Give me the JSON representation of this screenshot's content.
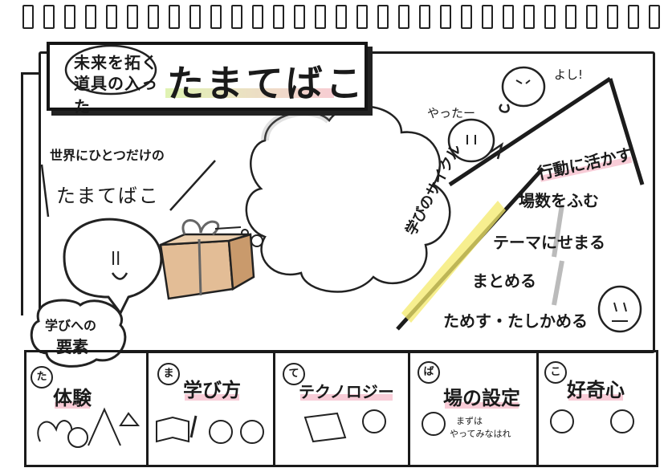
{
  "title": {
    "sub_line1": "未来を拓く",
    "sub_line2": "道具の入った",
    "main": "たまてばこ"
  },
  "caption": {
    "line1": "世界にひとつだけの",
    "line2": "たまてばこ"
  },
  "speech": {
    "yatta": "やったー",
    "yoshi": "よし!"
  },
  "stairs": {
    "rail_label": "学びのサイクル",
    "steps": [
      "行動に活かす",
      "場数をふむ",
      "テーマにせまる",
      "まとめる",
      "ためす・たしかめる"
    ]
  },
  "badge": {
    "line1": "学びへの",
    "line2": "要素"
  },
  "categories": [
    {
      "letter": "た",
      "label": "体験"
    },
    {
      "letter": "ま",
      "label": "学び方"
    },
    {
      "letter": "て",
      "label": "テクノロジー"
    },
    {
      "letter": "ば",
      "label": "場の設定",
      "note1": "まずは",
      "note2": "やってみなはれ"
    },
    {
      "letter": "こ",
      "label": "好奇心"
    }
  ],
  "colors": {
    "pink": "#f5b6c6",
    "box": "#e3bd96",
    "yellow": "#f4ea6a",
    "green": "#d8f0a0"
  }
}
